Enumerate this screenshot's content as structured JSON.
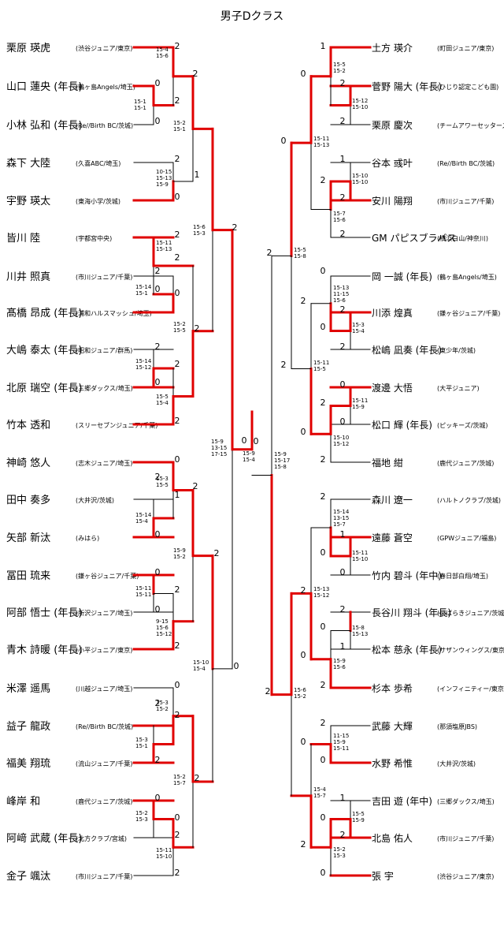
{
  "title": "男子Dクラス",
  "colors": {
    "win": "#e00000",
    "line": "#000000"
  },
  "left_players": [
    {
      "name": "栗原 瑛虎",
      "team": "(渋谷ジュニア/東京)"
    },
    {
      "name": "山口 蓮央 (年長)",
      "team": "(鶴ヶ島Angels/埼玉)"
    },
    {
      "name": "小林 弘和 (年長)",
      "team": "(Re//Birth BC/茨城)"
    },
    {
      "name": "森下 大陸",
      "team": "(久喜ABC/埼玉)"
    },
    {
      "name": "宇野 瑛太",
      "team": "(東海小学/茨城)"
    },
    {
      "name": "皆川 陸",
      "team": "(宇都宮中央)"
    },
    {
      "name": "川井 照真",
      "team": "(市川ジュニア/千葉)"
    },
    {
      "name": "髙橋 昂成 (年長)",
      "team": "(浦和ハルスマッシュ/埼玉)"
    },
    {
      "name": "大嶋 泰太 (年長)",
      "team": "(昭和ジュニア/群馬)"
    },
    {
      "name": "北原 瑞空 (年長)",
      "team": "(三郷ダックス/埼玉)"
    },
    {
      "name": "竹本 透和",
      "team": "(スリーセブンジュニア/千葉)"
    },
    {
      "name": "神崎 悠人",
      "team": "(志木ジュニア/埼玉)"
    },
    {
      "name": "田中 奏多",
      "team": "(大井沢/茨城)"
    },
    {
      "name": "矢部 新汰",
      "team": "(みはら)"
    },
    {
      "name": "冨田 琉来",
      "team": "(鎌ヶ谷ジュニア/千葉)"
    },
    {
      "name": "阿部 悟士 (年長)",
      "team": "(所沢ジュニア/埼玉)"
    },
    {
      "name": "青木 詩暖 (年長)",
      "team": "(小平ジュニア/東京)"
    },
    {
      "name": "米澤 遥馬",
      "team": "(川越ジュニア/埼玉)"
    },
    {
      "name": "益子 龍政",
      "team": "(Re//Birth BC/茨城)"
    },
    {
      "name": "福美 翔琉",
      "team": "(流山ジュニア/千葉)"
    },
    {
      "name": "峰岸 和",
      "team": "(鹿代ジュニア/茨城)"
    },
    {
      "name": "阿﨑 武蔵 (年長)",
      "team": "(北方クラブ/宮城)"
    },
    {
      "name": "金子 颯汰",
      "team": "(市川ジュニア/千葉)"
    }
  ],
  "right_players": [
    {
      "name": "土方 瑛介",
      "team": "(町田ジュニア/東京)"
    },
    {
      "name": "菅野 陽大 (年長)",
      "team": "(ひじり認定こども園)"
    },
    {
      "name": "栗原 慶次",
      "team": "(チームアワーセッターズマックス/埼玉)"
    },
    {
      "name": "谷本 彧叶",
      "team": "(Re//Birth BC/茨城)"
    },
    {
      "name": "安川 陽翔",
      "team": "(市川ジュニア/千葉)"
    },
    {
      "name": "GM パピスブラバス",
      "team": "(横浜白山/神奈川)"
    },
    {
      "name": "岡 一誠 (年長)",
      "team": "(鶴ヶ島Angels/埼玉)"
    },
    {
      "name": "川添 煌真",
      "team": "(鎌ヶ谷ジュニア/千葉)"
    },
    {
      "name": "松嶋 凪奏 (年長)",
      "team": "(東少年/茨城)"
    },
    {
      "name": "渡邊 大悟",
      "team": "(大平ジュニア)"
    },
    {
      "name": "松口 輝 (年長)",
      "team": "(ピッキーズ/茨城)"
    },
    {
      "name": "福地 紺",
      "team": "(鹿代ジュニア/茨城)"
    },
    {
      "name": "森川 遼一",
      "team": "(ハルトノクラブ/茨城)"
    },
    {
      "name": "遠藤 蒼空",
      "team": "(GPWジュニア/福島)"
    },
    {
      "name": "竹内 碧斗 (年中)",
      "team": "(春日部白翔/埼玉)"
    },
    {
      "name": "長谷川 翔斗 (年長)",
      "team": "(いばらきジュニア/茨城)"
    },
    {
      "name": "松本 慈永 (年長)",
      "team": "(サザンウィングス/東京)"
    },
    {
      "name": "杉本 歩希",
      "team": "(インフィニティー/東京)"
    },
    {
      "name": "武藤 大輝",
      "team": "(那須塩原JBS)"
    },
    {
      "name": "水野 希惟",
      "team": "(大井沢/茨城)"
    },
    {
      "name": "吉田 遊 (年中)",
      "team": "(三郷ダックス/埼玉)"
    },
    {
      "name": "北島 佑人",
      "team": "(市川ジュニア/千葉)"
    },
    {
      "name": "張 宇",
      "team": "(渋谷ジュニア/東京)"
    }
  ],
  "scores": [
    [
      "15-4",
      "15-6"
    ],
    [
      "15-1",
      "15-1"
    ],
    [
      "15-2",
      "15-1"
    ],
    [
      "10-15",
      "15-13",
      "15-9"
    ],
    [
      "15-6",
      "15-3"
    ],
    [
      "15-11",
      "15-13"
    ],
    [
      "15-14",
      "15-1"
    ],
    [
      "15-2",
      "15-5"
    ],
    [
      "15-14",
      "15-12"
    ],
    [
      "15-5",
      "15-4"
    ],
    [
      "15-9",
      "13-15",
      "17-15"
    ],
    [
      "15-3",
      "15-5"
    ],
    [
      "15-14",
      "15-4"
    ],
    [
      "15-9",
      "15-2"
    ],
    [
      "15-11",
      "15-11"
    ],
    [
      "9-15",
      "15-6",
      "15-12"
    ],
    [
      "15-10",
      "15-4"
    ],
    [
      "15-3",
      "15-2"
    ],
    [
      "15-3",
      "15-1"
    ],
    [
      "15-2",
      "15-7"
    ],
    [
      "15-2",
      "15-3"
    ],
    [
      "15-11",
      "15-10"
    ],
    [
      "15-9",
      "15-4"
    ],
    [
      "15-9",
      "15-17",
      "15-8"
    ],
    [
      "15-5",
      "15-2"
    ],
    [
      "15-12",
      "15-10"
    ],
    [
      "15-11",
      "15-13"
    ],
    [
      "15-10",
      "15-10"
    ],
    [
      "15-7",
      "15-6"
    ],
    [
      "15-5",
      "15-8"
    ],
    [
      "15-13",
      "11-15",
      "15-6"
    ],
    [
      "15-3",
      "15-4"
    ],
    [
      "15-11",
      "15-5"
    ],
    [
      "15-11",
      "15-9"
    ],
    [
      "15-10",
      "15-12"
    ],
    [
      "15-14",
      "13-15",
      "15-7"
    ],
    [
      "15-11",
      "15-10"
    ],
    [
      "15-13",
      "15-12"
    ],
    [
      "15-8",
      "15-13"
    ],
    [
      "15-9",
      "15-6"
    ],
    [
      "15-6",
      "15-2"
    ],
    [
      "11-15",
      "15-9",
      "15-11"
    ],
    [
      "15-4",
      "15-7"
    ],
    [
      "15-5",
      "15-9"
    ],
    [
      "15-2",
      "15-3"
    ]
  ],
  "results": [
    "2",
    "2",
    "0",
    "2",
    "0",
    "2",
    "1",
    "0",
    "2",
    "2",
    "2",
    "2",
    "0",
    "0",
    "2",
    "2",
    "2",
    "0",
    "2",
    "0",
    "0",
    "2",
    "1",
    "0",
    "2",
    "2",
    "0",
    "2",
    "0",
    "2",
    "0",
    "0",
    "2",
    "2",
    "2",
    "2",
    "0",
    "0",
    "2",
    "2",
    "1",
    "2",
    "0",
    "2",
    "0",
    "1",
    "2",
    "2",
    "2",
    "0",
    "2",
    "2",
    "0",
    "2",
    "2",
    "0",
    "2",
    "0",
    "0",
    "2",
    "2",
    "1",
    "0",
    "2",
    "0",
    "2",
    "0",
    "1",
    "0",
    "2",
    "2",
    "2",
    "0",
    "0",
    "2",
    "1",
    "0",
    "2",
    "0",
    "2",
    "0",
    "2",
    "0",
    "2",
    "2",
    "0",
    "2",
    "2",
    "0",
    "2",
    "0",
    "0",
    "2",
    "2",
    "2",
    "0",
    "2",
    "1",
    "2"
  ]
}
